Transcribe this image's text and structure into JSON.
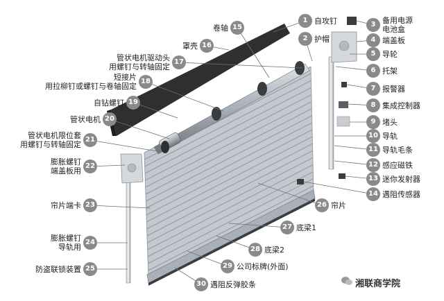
{
  "colors": {
    "circle": "#8a8a8a",
    "leader": "#6f6f6f",
    "slat": "#b9bfc7",
    "dark": "#2e2f31"
  },
  "parts": [
    {
      "id": "part-1",
      "num": "1",
      "label": "自攻钉"
    },
    {
      "id": "part-2",
      "num": "2",
      "label": "护帽"
    },
    {
      "id": "part-3",
      "num": "3",
      "label": "备用电源\n电池盒"
    },
    {
      "id": "part-4",
      "num": "4",
      "label": "端盖板"
    },
    {
      "id": "part-5",
      "num": "5",
      "label": "导轮"
    },
    {
      "id": "part-6",
      "num": "6",
      "label": "托架"
    },
    {
      "id": "part-7",
      "num": "7",
      "label": "报警器"
    },
    {
      "id": "part-8",
      "num": "8",
      "label": "集成控制器"
    },
    {
      "id": "part-9",
      "num": "9",
      "label": "堵头"
    },
    {
      "id": "part-10",
      "num": "10",
      "label": "导轨"
    },
    {
      "id": "part-11",
      "num": "11",
      "label": "导轨毛条"
    },
    {
      "id": "part-12",
      "num": "12",
      "label": "感应磁铁"
    },
    {
      "id": "part-13",
      "num": "13",
      "label": "迷你发射器"
    },
    {
      "id": "part-14",
      "num": "14",
      "label": "遇阻传感器"
    },
    {
      "id": "part-15",
      "num": "15",
      "label": "卷轴"
    },
    {
      "id": "part-16",
      "num": "16",
      "label": "罩壳"
    },
    {
      "id": "part-17",
      "num": "17",
      "label": "管状电机驱动头\n用螺钉与转轴固定"
    },
    {
      "id": "part-18",
      "num": "18",
      "label": "短接片\n用拉柳钉或螺钉与卷轴固定"
    },
    {
      "id": "part-19",
      "num": "19",
      "label": "自钻螺钉"
    },
    {
      "id": "part-20",
      "num": "20",
      "label": "管状电机"
    },
    {
      "id": "part-21",
      "num": "21",
      "label": "管状电机限位套\n用螺钉与转轴固定"
    },
    {
      "id": "part-22",
      "num": "22",
      "label": "膨胀螺钉\n端盖板用"
    },
    {
      "id": "part-23",
      "num": "23",
      "label": "帘片端卡"
    },
    {
      "id": "part-24",
      "num": "24",
      "label": "膨胀螺钉\n导轨用"
    },
    {
      "id": "part-25",
      "num": "25",
      "label": "防盗联锁装置"
    },
    {
      "id": "part-26",
      "num": "26",
      "label": "帘片"
    },
    {
      "id": "part-27",
      "num": "27",
      "label": "底梁1"
    },
    {
      "id": "part-28",
      "num": "28",
      "label": "底梁2"
    },
    {
      "id": "part-29",
      "num": "29",
      "label": "公司标牌(外面)"
    },
    {
      "id": "part-30",
      "num": "30",
      "label": "遇阻反弹胶条"
    }
  ],
  "watermark": "湘联商学院"
}
